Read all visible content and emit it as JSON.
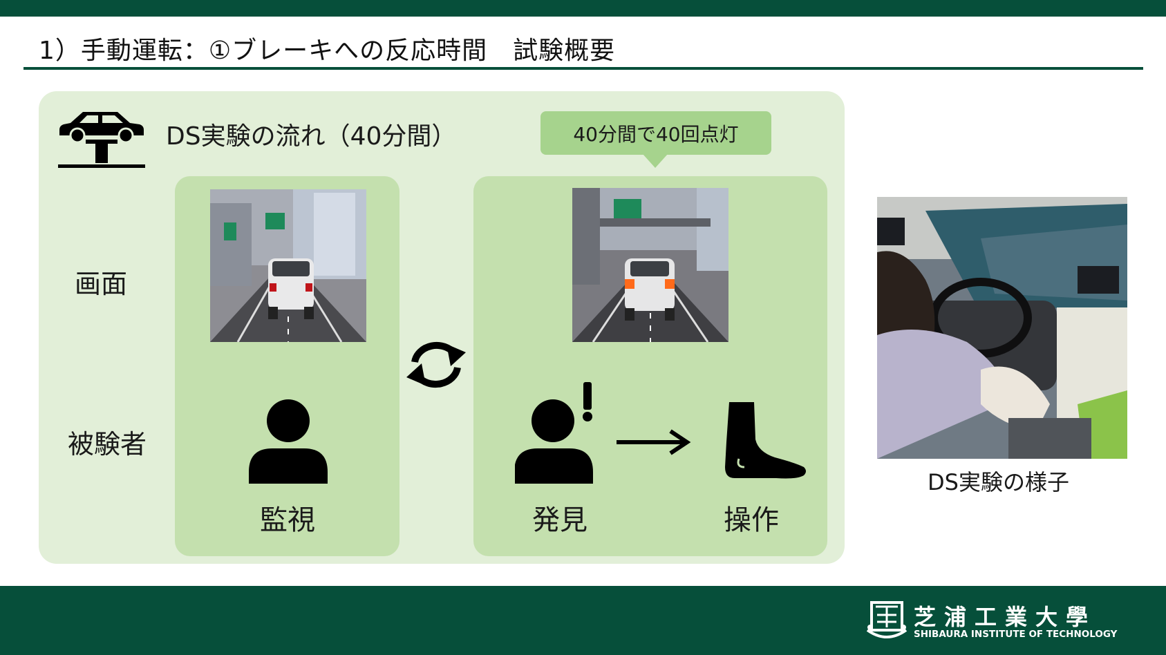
{
  "slide": {
    "title": "1）手動運転：①ブレーキへの反応時間　試験概要"
  },
  "flow": {
    "heading": "DS実験の流れ（40分間）",
    "callout": "40分間で40回点灯",
    "row_labels": {
      "screen": "画面",
      "subject": "被験者"
    },
    "steps": {
      "watch": "監視",
      "find": "発見",
      "operate": "操作"
    },
    "icons": [
      "car-lift-icon",
      "refresh-cycle-icon",
      "person-icon",
      "person-alert-icon",
      "right-arrow-icon",
      "foot-icon"
    ]
  },
  "photo": {
    "caption": "DS実験の様子"
  },
  "footer": {
    "logo_jp": "芝浦工業大學",
    "logo_en": "SHIBAURA INSTITUTE OF TECHNOLOGY"
  },
  "colors": {
    "brand_green": "#064f3a",
    "panel_bg": "#e2efd8",
    "card_bg": "#c4e0ae",
    "callout_bg": "#a6d38d"
  }
}
